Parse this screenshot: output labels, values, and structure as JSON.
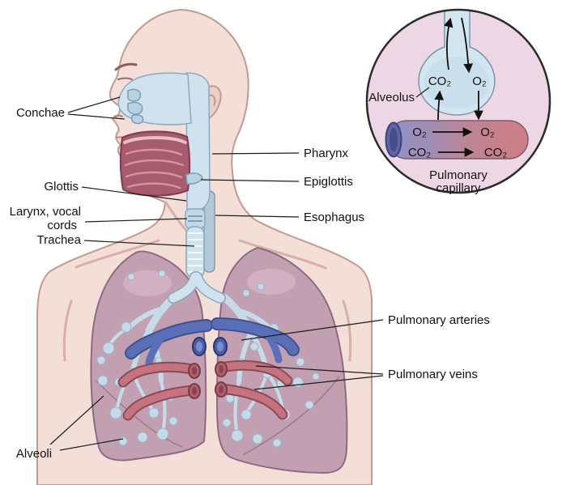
{
  "labels": {
    "conchae": "Conchae",
    "glottis": "Glottis",
    "larynx_line1": "Larynx, vocal",
    "larynx_line2": "cords",
    "trachea": "Trachea",
    "pharynx": "Pharynx",
    "epiglottis": "Epiglottis",
    "esophagus": "Esophagus",
    "pulmonary_arteries": "Pulmonary arteries",
    "pulmonary_veins": "Pulmonary veins",
    "alveoli": "Alveoli"
  },
  "inset": {
    "alveolus": "Alveolus",
    "capillary_line1": "Pulmonary",
    "capillary_line2": "capillary",
    "alveolus_co2": "CO₂",
    "alveolus_o2": "O₂",
    "capillary_o2_left": "O₂",
    "capillary_o2_right": "O₂",
    "capillary_co2_left": "CO₂",
    "capillary_co2_right": "CO₂"
  },
  "colors": {
    "skin": "#f3ded8",
    "skin_outline": "#c49a90",
    "airway": "#cfe2ee",
    "airway_outline": "#8aa9bf",
    "lung": "#c39fb2",
    "lung_outline": "#8f6a80",
    "artery_blue": "#5b6fb8",
    "vein_red": "#c4737f",
    "oral_cavity": "#a85a6e",
    "inset_bg": "#eed7e4",
    "label_text": "#111111"
  }
}
